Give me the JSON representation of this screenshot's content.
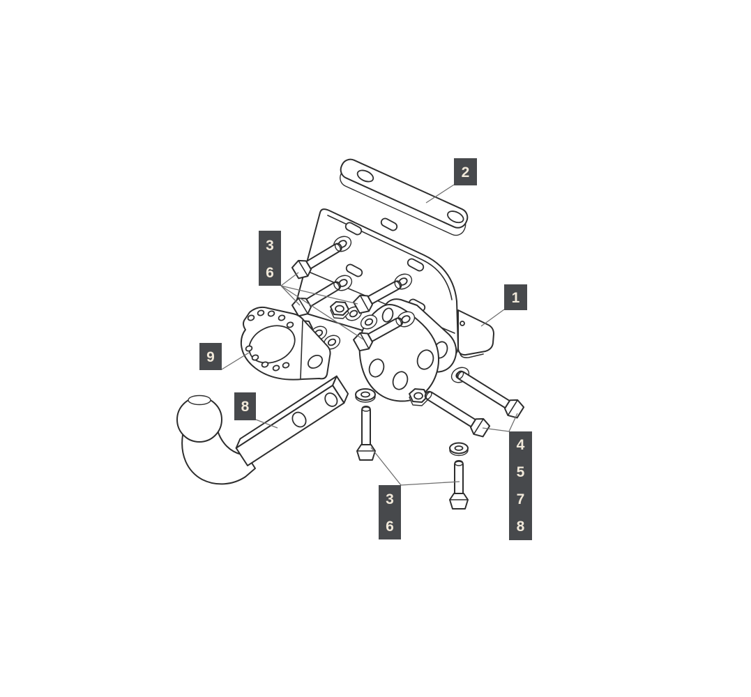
{
  "figure": {
    "type": "exploded-parts-diagram",
    "subject": "towbar-assembly",
    "parts": [
      "main-bracket",
      "strap-plate",
      "hex-bolt",
      "washer",
      "hex-nut",
      "socket-mounting-plate",
      "ball-arm",
      "clevis-bracket"
    ]
  },
  "colors": {
    "background": "#ffffff",
    "line": "#2d2d2d",
    "leader": "#6e6e6e",
    "callout_bg": "#47494c",
    "callout_text": "#f1e9da"
  },
  "callouts": {
    "bracket": {
      "label": "1"
    },
    "strap": {
      "label": "2"
    },
    "upper_fixings": {
      "labels": [
        "3",
        "6"
      ]
    },
    "lower_fixings": {
      "labels": [
        "3",
        "6"
      ]
    },
    "right_fixings": {
      "labels": [
        "4",
        "5",
        "7",
        "8"
      ]
    },
    "ball_arm": {
      "label": "8"
    },
    "socket_plate": {
      "label": "9"
    }
  }
}
